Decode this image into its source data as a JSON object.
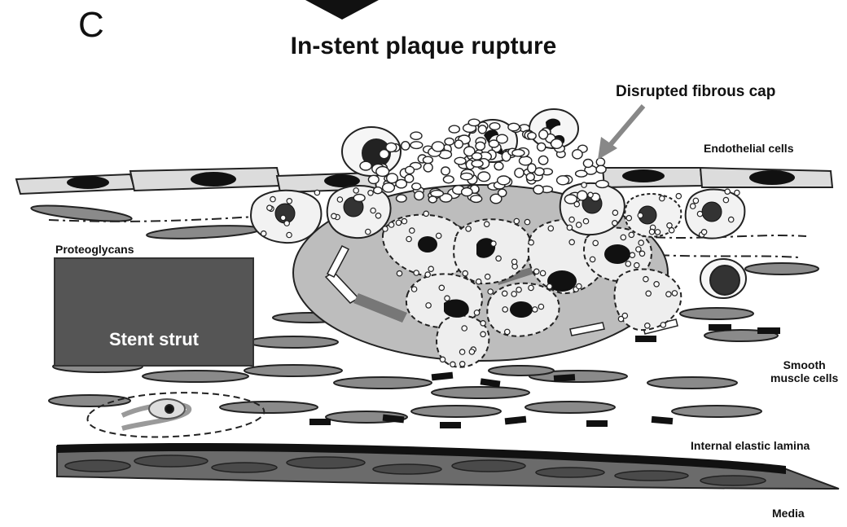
{
  "panel_letter": "C",
  "title": "In-stent plaque rupture",
  "labels": {
    "disrupted_fibrous_cap": "Disrupted fibrous cap",
    "endothelial_cells": "Endothelial cells",
    "proteoglycans": "Proteoglycans",
    "stent_strut": "Stent strut",
    "smooth_muscle_line1": "Smooth",
    "smooth_muscle_line2": "muscle cells",
    "internal_elastic_lamina": "Internal elastic lamina",
    "media": "Media"
  },
  "colors": {
    "strut": "#555555",
    "arrow": "#888888",
    "necrotic_core": "#bdbdbd",
    "cell_fill": "#e6e6e6",
    "nucleus": "#333333"
  }
}
